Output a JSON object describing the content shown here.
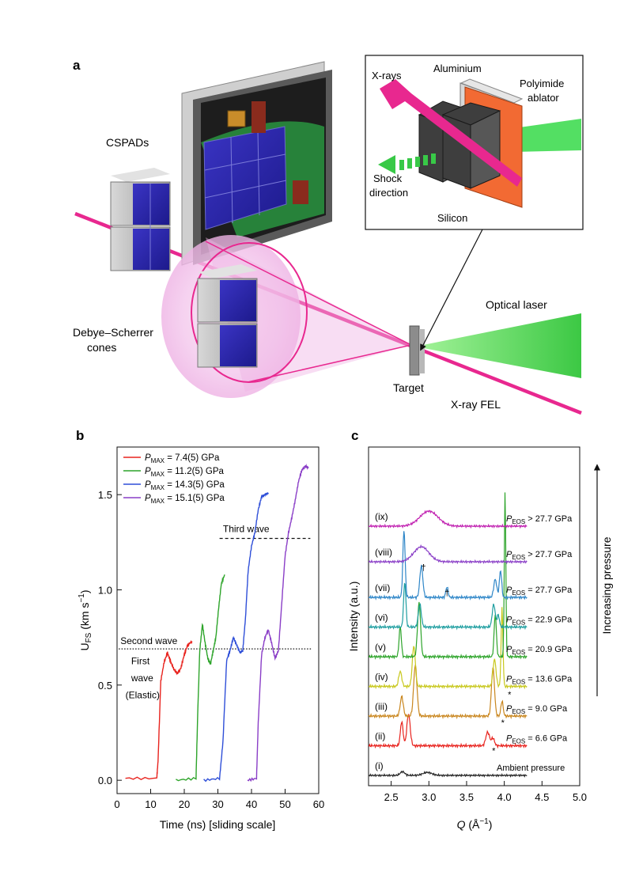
{
  "panel_a": {
    "label": "a",
    "cspads": "CSPADs",
    "debye_1": "Debye–Scherrer",
    "debye_2": "cones",
    "target": "Target",
    "xray_fel": "X-ray FEL",
    "optical_laser": "Optical laser",
    "inset": {
      "xrays": "X-rays",
      "aluminium": "Aluminium",
      "polyimide_1": "Polyimide",
      "polyimide_2": "ablator",
      "shock_1": "Shock",
      "shock_2": "direction",
      "silicon": "Silicon"
    }
  },
  "colors": {
    "beam_magenta": "#e8288f",
    "laser_green": "#2fd23a",
    "ablator_orange": "#f26a33",
    "cone_pink": "#f4b8e6",
    "detector_blue": "#2a2aa8"
  },
  "chart_data": [
    {
      "panel": "b",
      "type": "line",
      "xlabel": "Time (ns) [sliding scale]",
      "ylabel_main": "U",
      "ylabel_sub": "FS",
      "ylabel_units": " (km s",
      "ylabel_exp": "−1",
      "ylabel_close": ")",
      "xlim": [
        0,
        60
      ],
      "ylim": [
        -0.07,
        1.75
      ],
      "xticks": [
        0,
        10,
        20,
        30,
        40,
        50,
        60
      ],
      "yticks": [
        0.0,
        0.5,
        1.0,
        1.5
      ],
      "ytick_labels": [
        "0.0",
        "0.5",
        "1.0",
        "1.5"
      ],
      "annotations": {
        "second_wave": "Second wave",
        "third_wave": "Third wave",
        "first_wave_1": "First",
        "first_wave_2": "wave",
        "first_wave_3": "(Elastic)",
        "second_wave_level": 0.69,
        "third_wave_level": 1.27
      },
      "legend_prefix": "P",
      "legend_sub": "MAX",
      "series": [
        {
          "name": "= 7.4(5) GPa",
          "color": "#e8231e",
          "x": [
            2.5,
            11.8,
            12.2,
            13,
            14,
            15,
            16,
            17,
            18,
            19,
            20,
            21,
            22.3
          ],
          "y": [
            0.01,
            0.01,
            0.1,
            0.52,
            0.62,
            0.67,
            0.62,
            0.58,
            0.56,
            0.59,
            0.66,
            0.71,
            0.73
          ]
        },
        {
          "name": "= 11.2(5) GPa",
          "color": "#2da42a",
          "x": [
            17.5,
            23.5,
            24,
            24.6,
            25.4,
            26.2,
            27,
            27.8,
            28.6,
            29.4,
            30.2,
            31,
            32
          ],
          "y": [
            0.0,
            0.01,
            0.35,
            0.68,
            0.82,
            0.72,
            0.64,
            0.61,
            0.68,
            0.75,
            0.9,
            1.03,
            1.08
          ]
        },
        {
          "name": "= 14.3(5) GPa",
          "color": "#2f4fd8",
          "x": [
            25.8,
            30.5,
            31.5,
            32.6,
            33.6,
            34.6,
            35.6,
            36.6,
            37.4,
            38.2,
            39,
            40,
            41,
            42,
            43,
            44,
            45
          ],
          "y": [
            0.0,
            0.01,
            0.2,
            0.63,
            0.68,
            0.75,
            0.71,
            0.67,
            0.68,
            0.85,
            1.1,
            1.23,
            1.3,
            1.42,
            1.49,
            1.5,
            1.51
          ]
        },
        {
          "name": "= 15.1(5) GPa",
          "color": "#8a3ec7",
          "x": [
            38.8,
            41.5,
            42,
            43,
            44,
            45,
            46,
            47,
            48,
            49,
            50,
            51,
            52,
            53,
            54,
            55,
            56,
            57
          ],
          "y": [
            0.0,
            0.01,
            0.3,
            0.66,
            0.75,
            0.79,
            0.72,
            0.64,
            0.68,
            0.93,
            1.18,
            1.3,
            1.38,
            1.47,
            1.57,
            1.63,
            1.65,
            1.64
          ]
        }
      ]
    },
    {
      "panel": "c",
      "type": "line",
      "xlabel": "Q",
      "xlabel_units": " (Å",
      "xlabel_exp": "−1",
      "xlabel_close": ")",
      "ylabel": "Intensity (a.u.)",
      "right_label": "Increasing pressure",
      "xlim": [
        2.2,
        5.0
      ],
      "xticks": [
        2.5,
        3.0,
        3.5,
        4.0,
        4.5,
        5.0
      ],
      "xtick_labels": [
        "2.5",
        "3.0",
        "3.5",
        "4.0",
        "4.5",
        "5.0"
      ],
      "pressure_prefix": "P",
      "pressure_sub": "EOS",
      "dagger": "†",
      "asterisk": "*",
      "series": [
        {
          "name": "(i)",
          "label": "Ambient pressure",
          "label_eos": false,
          "color": "#222222",
          "offset": 0.0,
          "peaks": [
            [
              2.65,
              0.25,
              0.03
            ],
            [
              2.98,
              0.2,
              0.06
            ]
          ],
          "noise": 0.07
        },
        {
          "name": "(ii)",
          "label": "= 6.6 GPa",
          "label_eos": true,
          "color": "#e8231e",
          "offset": 1.0,
          "peaks": [
            [
              2.64,
              1.6,
              0.018
            ],
            [
              2.73,
              2.1,
              0.022
            ],
            [
              3.78,
              0.9,
              0.025
            ],
            [
              3.85,
              0.5,
              0.02
            ]
          ],
          "noise": 0.1
        },
        {
          "name": "(iii)",
          "label": "= 9.0 GPa",
          "label_eos": true,
          "color": "#c9861e",
          "offset": 2.0,
          "peaks": [
            [
              2.64,
              1.3,
              0.02
            ],
            [
              2.82,
              3.4,
              0.022
            ],
            [
              3.85,
              3.2,
              0.02
            ],
            [
              3.97,
              1.0,
              0.015
            ]
          ],
          "noise": 0.1
        },
        {
          "name": "(iv)",
          "label": "= 13.6 GPa",
          "label_eos": true,
          "color": "#c8c81e",
          "offset": 3.0,
          "peaks": [
            [
              2.62,
              1.0,
              0.02
            ],
            [
              2.8,
              2.7,
              0.02
            ],
            [
              3.87,
              1.8,
              0.02
            ],
            [
              3.97,
              5.2,
              0.012
            ]
          ],
          "noise": 0.1
        },
        {
          "name": "(v)",
          "label": "= 20.9 GPa",
          "label_eos": true,
          "color": "#2da42a",
          "offset": 4.0,
          "peaks": [
            [
              2.62,
              2.0,
              0.015
            ],
            [
              2.87,
              3.6,
              0.02
            ],
            [
              3.88,
              2.8,
              0.015
            ],
            [
              4.01,
              11.0,
              0.01
            ]
          ],
          "noise": 0.1
        },
        {
          "name": "(vi)",
          "label": "= 22.9 GPa",
          "label_eos": true,
          "color": "#1e9ea0",
          "offset": 5.0,
          "peaks": [
            [
              2.68,
              3.0,
              0.015
            ],
            [
              2.88,
              1.5,
              0.02
            ],
            [
              3.86,
              1.5,
              0.02
            ],
            [
              3.92,
              0.8,
              0.015
            ]
          ],
          "noise": 0.1
        },
        {
          "name": "(vii)",
          "label": "= 27.7 GPa",
          "label_eos": true,
          "color": "#2e86c8",
          "offset": 6.0,
          "peaks": [
            [
              2.67,
              4.5,
              0.015
            ],
            [
              2.9,
              2.1,
              0.02
            ],
            [
              3.24,
              0.7,
              0.015
            ],
            [
              3.88,
              1.2,
              0.02
            ],
            [
              3.95,
              1.8,
              0.015
            ]
          ],
          "noise": 0.1
        },
        {
          "name": "(viii)",
          "label": "> 27.7 GPa",
          "label_eos": true,
          "color": "#8a3ec7",
          "offset": 7.2,
          "peaks": [
            [
              2.9,
              1.0,
              0.1
            ]
          ],
          "noise": 0.08
        },
        {
          "name": "(ix)",
          "label": "> 27.7 GPa",
          "label_eos": true,
          "color": "#c01fb0",
          "offset": 8.4,
          "peaks": [
            [
              3.0,
              1.0,
              0.12
            ]
          ],
          "noise": 0.08
        }
      ]
    }
  ]
}
